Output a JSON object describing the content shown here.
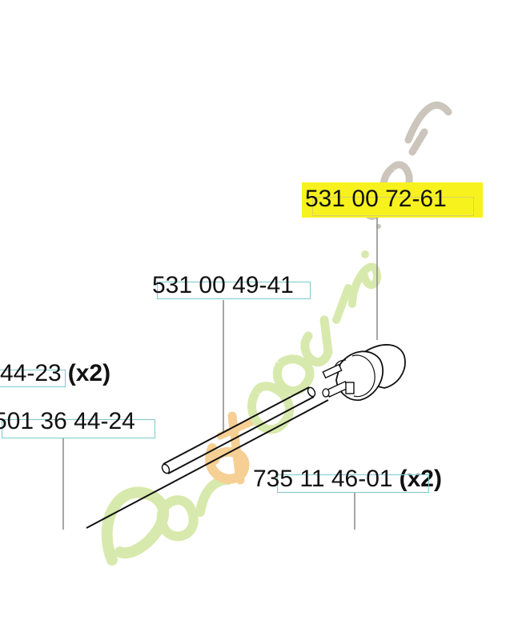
{
  "diagram": {
    "type": "exploded parts diagram",
    "parts": [
      {
        "id": "part-a",
        "number": "531 00 72-61",
        "qty": "",
        "highlighted": true
      },
      {
        "id": "part-b",
        "number": "531 00 49-41",
        "qty": ""
      },
      {
        "id": "part-c",
        "number": "44-23",
        "qty": "(x2)"
      },
      {
        "id": "part-d",
        "number": "501 36 44-24",
        "qty": ""
      },
      {
        "id": "part-e",
        "number": "735 11 46-01",
        "qty": "(x2)"
      }
    ],
    "colors": {
      "highlight": "#f7f21d",
      "label_box": "#7cc9cc",
      "leader_line": "#888888",
      "watermark_green": "#d3e6a6",
      "watermark_orange": "#f5c98a",
      "watermark_gray": "#cbc5bc"
    }
  },
  "watermark": {
    "text": "foretjardin.com"
  }
}
